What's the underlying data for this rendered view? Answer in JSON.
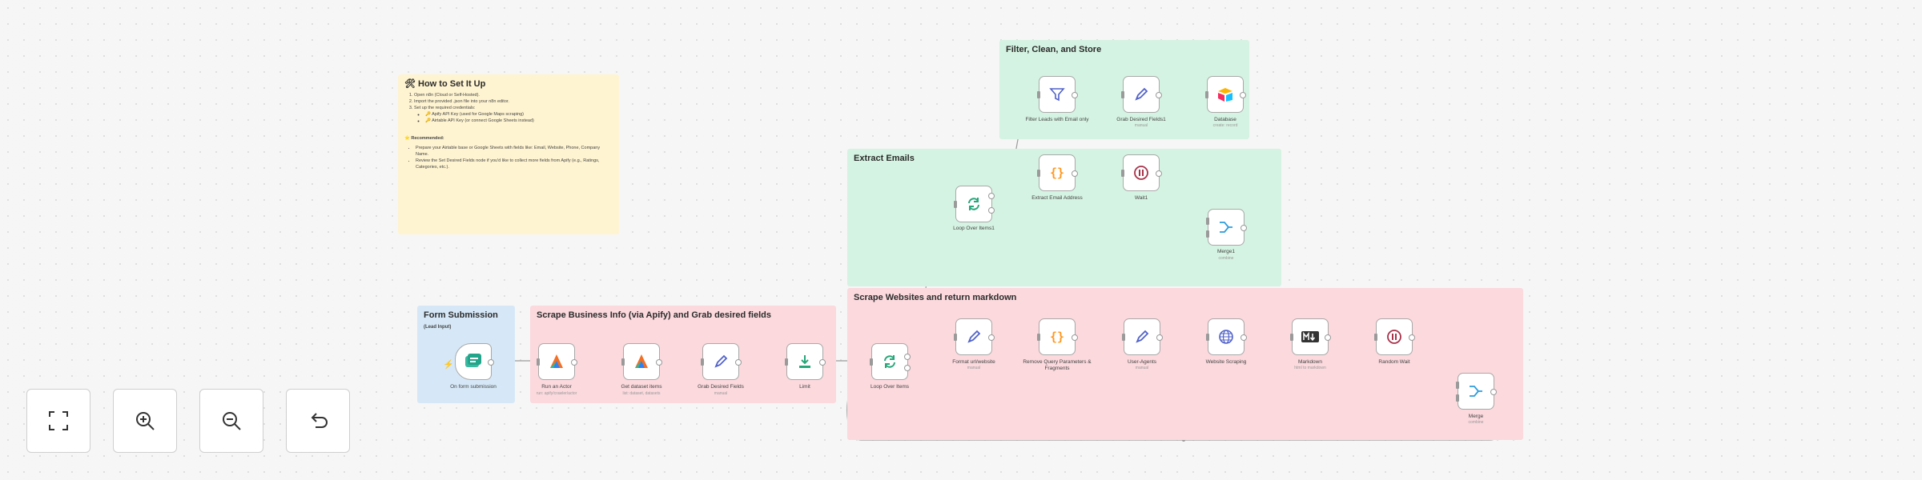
{
  "stickies": {
    "filter": {
      "title": "Filter, Clean, and Store"
    },
    "extract": {
      "title": "Extract Emails"
    },
    "form": {
      "title": "Form Submission",
      "sub": "(Lead Input)"
    },
    "scrape_business": {
      "title": "Scrape Business Info (via Apify) and Grab desired fields"
    },
    "scrape_websites": {
      "title": "Scrape Websites and return markdown"
    }
  },
  "howto": {
    "title": "🛠 How to Set It Up",
    "steps": [
      "Open n8n (Cloud or Self-Hosted).",
      "Import the provided .json file into your n8n editor.",
      "Set up the required credentials:"
    ],
    "credentials": [
      "🔑 Apify API Key (used for Google Maps scraping)",
      "🔑 Airtable API Key (or connect Google Sheets instead)"
    ],
    "recommended_title": "⭐ Recommended:",
    "recommended": [
      "Prepare your Airtable base or Google Sheets with fields like: Email, Website, Phone, Company Name.",
      "Review the Set Desired Fields node if you'd like to collect more fields from Apify (e.g., Ratings, Categories, etc.)."
    ]
  },
  "nodes": {
    "form": {
      "label": "On form submission",
      "icon": "form-icon"
    },
    "run_actor": {
      "label": "Run an Actor",
      "sub": "run: apify/crawler/actor",
      "icon": "apify-icon"
    },
    "get_dataset": {
      "label": "Get dataset items",
      "sub": "list: dataset, datasets",
      "icon": "apify-icon"
    },
    "grab_fields": {
      "label": "Grab Desired Fields",
      "sub": "manual",
      "icon": "pencil-icon"
    },
    "limit": {
      "label": "Limit",
      "icon": "limit-icon"
    },
    "loop_items": {
      "label": "Loop Over Items",
      "icon": "loop-icon"
    },
    "format_website": {
      "label": "Format url/website",
      "sub": "manual",
      "icon": "pencil-icon"
    },
    "remove_query": {
      "label": "Remove Query Parameters & Fragments",
      "icon": "code-icon"
    },
    "user_agents": {
      "label": "User-Agents",
      "sub": "manual",
      "icon": "pencil-icon"
    },
    "website_scraping": {
      "label": "Website Scraping",
      "icon": "globe-icon"
    },
    "markdown": {
      "label": "Markdown",
      "sub": "html to markdown",
      "icon": "markdown-icon"
    },
    "random_wait": {
      "label": "Random Wait",
      "icon": "wait-icon"
    },
    "merge": {
      "label": "Merge",
      "sub": "combine",
      "icon": "merge-icon"
    },
    "loop_items1": {
      "label": "Loop Over Items1",
      "icon": "loop-icon"
    },
    "extract_email": {
      "label": "Extract Email Address",
      "icon": "code-icon"
    },
    "wait1": {
      "label": "Wait1",
      "icon": "wait-icon"
    },
    "merge1": {
      "label": "Merge1",
      "sub": "combine",
      "icon": "merge-icon"
    },
    "filter_leads": {
      "label": "Filter Leads with Email only",
      "icon": "filter-icon"
    },
    "grab_desired": {
      "label": "Grab Desired Fields1",
      "sub": "manual",
      "icon": "pencil-icon"
    },
    "database": {
      "label": "Database",
      "sub": "create: record",
      "icon": "airtable-icon"
    }
  },
  "ports": {
    "input": "input",
    "done": "done",
    "loop": "loop"
  },
  "controls": {
    "fit": "fit-view-icon",
    "zoom_in": "zoom-in-icon",
    "zoom_out": "zoom-out-icon",
    "reset": "reset-zoom-icon"
  },
  "colors": {
    "green_sticky": "#d5f3e2",
    "pink_sticky": "#fbd9dd",
    "blue_sticky": "#d6e8f7",
    "yellow_sticky": "#fff4d1",
    "apify_orange": "#f36f25",
    "code_orange": "#ff9922",
    "pencil_blue": "#5162c9"
  }
}
